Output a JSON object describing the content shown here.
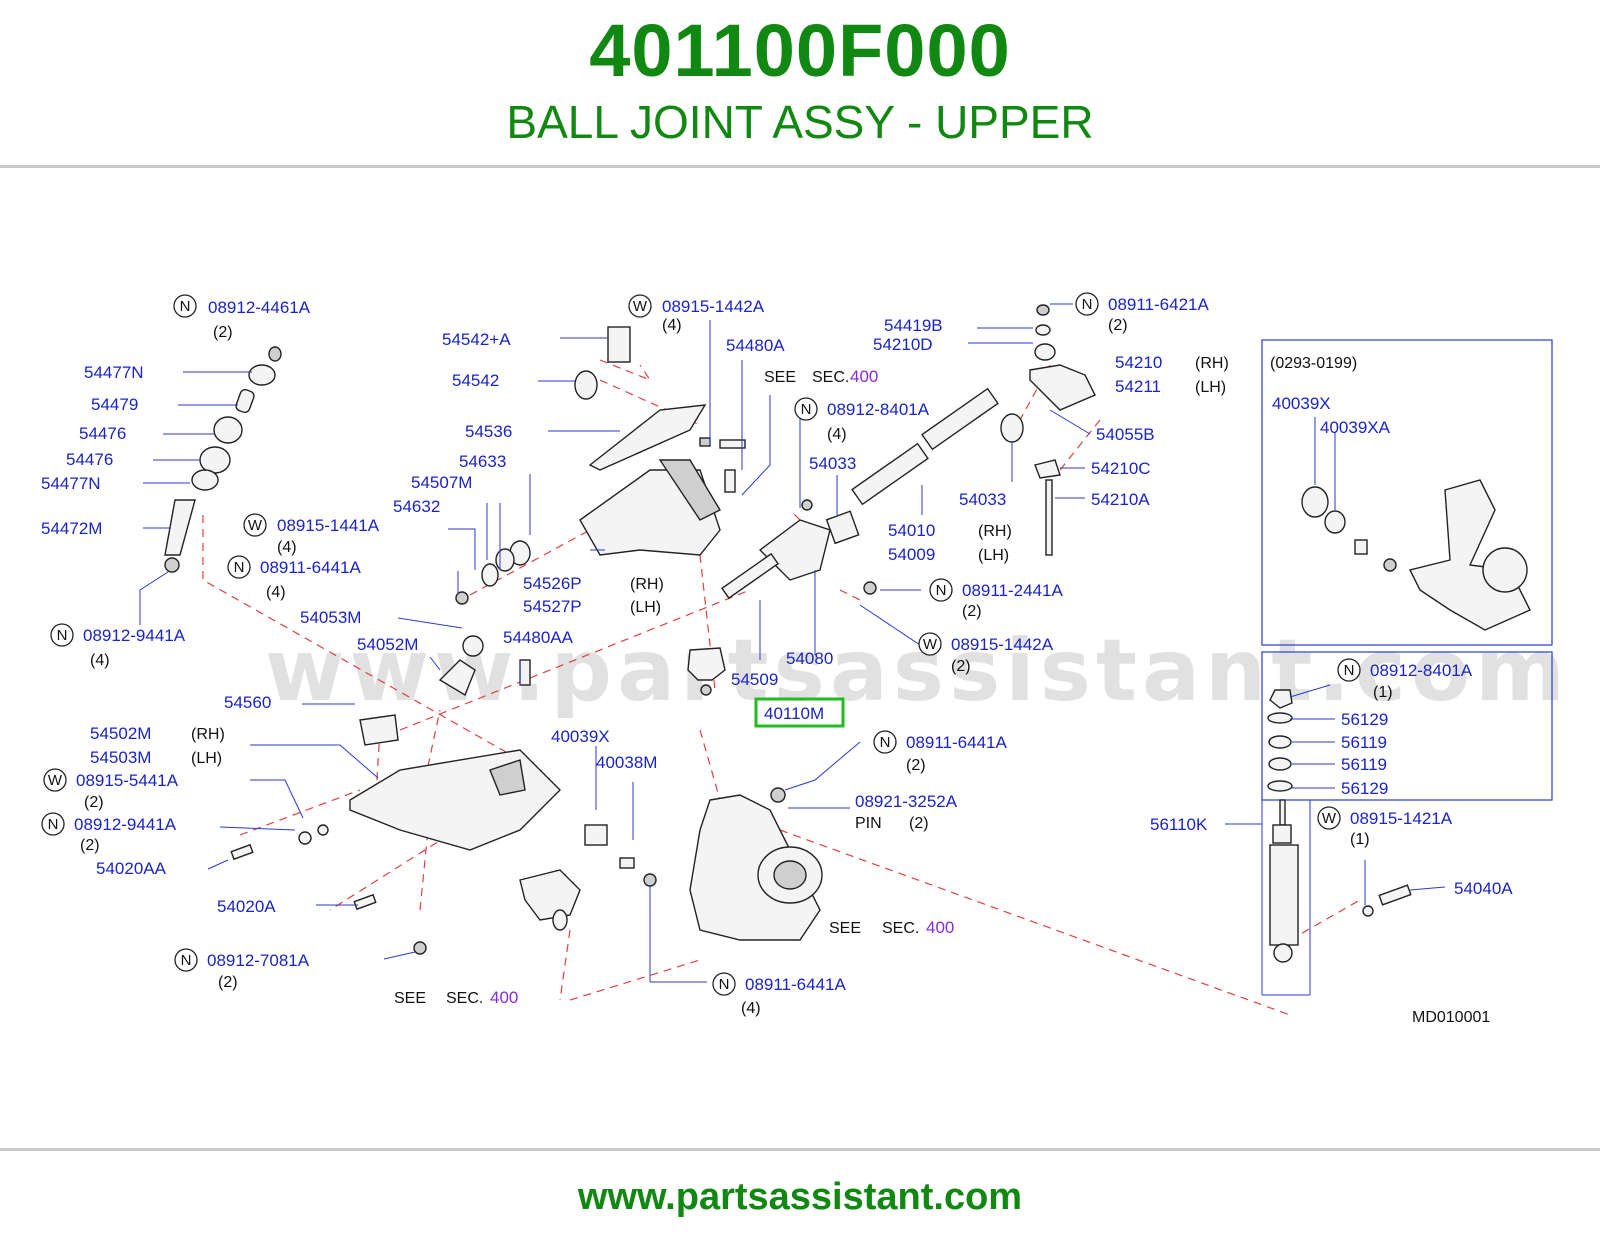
{
  "header": {
    "part_number": "401100F000",
    "part_name": "BALL JOINT ASSY - UPPER"
  },
  "footer": {
    "url": "www.partsassistant.com"
  },
  "diagram": {
    "watermark": "www.partsassistant.com",
    "code": "MD010001",
    "highlighted_part": "40110M",
    "see_label": "SEE",
    "sec_label": "SEC.",
    "sec_number": "400",
    "inset_label": "(0293-0199)",
    "labels": [
      {
        "id": "l1",
        "text": "08912-4461A",
        "qty": "(2)",
        "prefix": "N"
      },
      {
        "id": "l2",
        "text": "54477N"
      },
      {
        "id": "l3",
        "text": "54479"
      },
      {
        "id": "l4",
        "text": "54476"
      },
      {
        "id": "l5",
        "text": "54476"
      },
      {
        "id": "l6",
        "text": "54477N"
      },
      {
        "id": "l7",
        "text": "54472M"
      },
      {
        "id": "l8",
        "text": "54542+A"
      },
      {
        "id": "l9",
        "text": "54542"
      },
      {
        "id": "l10",
        "text": "08915-1442A",
        "qty": "(4)",
        "prefix": "W"
      },
      {
        "id": "l11",
        "text": "54480A"
      },
      {
        "id": "l12",
        "text": "54536"
      },
      {
        "id": "l13",
        "text": "54633"
      },
      {
        "id": "l14",
        "text": "54507M"
      },
      {
        "id": "l15",
        "text": "54632"
      },
      {
        "id": "l16",
        "text": "08915-1441A",
        "qty": "(4)",
        "prefix": "W"
      },
      {
        "id": "l17",
        "text": "08911-6441A",
        "qty": "(4)",
        "prefix": "N"
      },
      {
        "id": "l18",
        "text": "54526P",
        "side": "(RH)"
      },
      {
        "id": "l19",
        "text": "54527P",
        "side": "(LH)"
      },
      {
        "id": "l20",
        "text": "08912-9441A",
        "qty": "(4)",
        "prefix": "N"
      },
      {
        "id": "l21",
        "text": "54053M"
      },
      {
        "id": "l22",
        "text": "54052M"
      },
      {
        "id": "l23",
        "text": "54480AA"
      },
      {
        "id": "l24",
        "text": "54560"
      },
      {
        "id": "l25",
        "text": "54502M",
        "side": "(RH)"
      },
      {
        "id": "l26",
        "text": "54503M",
        "side": "(LH)"
      },
      {
        "id": "l27",
        "text": "08915-5441A",
        "qty": "(2)",
        "prefix": "W"
      },
      {
        "id": "l28",
        "text": "08912-9441A",
        "qty": "(2)",
        "prefix": "N"
      },
      {
        "id": "l29",
        "text": "54020AA"
      },
      {
        "id": "l30",
        "text": "54020A"
      },
      {
        "id": "l31",
        "text": "08912-7081A",
        "qty": "(2)",
        "prefix": "N"
      },
      {
        "id": "l32",
        "text": "40039X"
      },
      {
        "id": "l33",
        "text": "40038M"
      },
      {
        "id": "l34",
        "text": "54509"
      },
      {
        "id": "l35",
        "text": "54080"
      },
      {
        "id": "l36",
        "text": "08911-6441A",
        "qty": "(2)",
        "prefix": "N"
      },
      {
        "id": "l37",
        "text": "08921-3252A"
      },
      {
        "id": "l38",
        "text": "08911-6441A",
        "qty": "(4)",
        "prefix": "N"
      },
      {
        "id": "l39",
        "text": "08912-8401A",
        "qty": "(4)",
        "prefix": "N"
      },
      {
        "id": "l40",
        "text": "54033"
      },
      {
        "id": "l41",
        "text": "08911-6421A",
        "qty": "(2)",
        "prefix": "N"
      },
      {
        "id": "l42",
        "text": "54419B"
      },
      {
        "id": "l43",
        "text": "54210D"
      },
      {
        "id": "l44",
        "text": "54210",
        "side": "(RH)"
      },
      {
        "id": "l45",
        "text": "54211",
        "side": "(LH)"
      },
      {
        "id": "l46",
        "text": "54055B"
      },
      {
        "id": "l47",
        "text": "54210C"
      },
      {
        "id": "l48",
        "text": "54210A"
      },
      {
        "id": "l49",
        "text": "54033"
      },
      {
        "id": "l50",
        "text": "54010",
        "side": "(RH)"
      },
      {
        "id": "l51",
        "text": "54009",
        "side": "(LH)"
      },
      {
        "id": "l52",
        "text": "08911-2441A",
        "qty": "(2)",
        "prefix": "N"
      },
      {
        "id": "l53",
        "text": "08915-1442A",
        "qty": "(2)",
        "prefix": "W"
      },
      {
        "id": "l54",
        "text": "40039X"
      },
      {
        "id": "l55",
        "text": "40039XA"
      },
      {
        "id": "l56",
        "text": "08912-8401A",
        "qty": "(1)",
        "prefix": "N"
      },
      {
        "id": "l57",
        "text": "56129"
      },
      {
        "id": "l58",
        "text": "56119"
      },
      {
        "id": "l59",
        "text": "56119"
      },
      {
        "id": "l60",
        "text": "56129"
      },
      {
        "id": "l61",
        "text": "56110K"
      },
      {
        "id": "l62",
        "text": "08915-1421A",
        "qty": "(1)",
        "prefix": "W"
      },
      {
        "id": "l63",
        "text": "54040A"
      }
    ],
    "pin_label": "PIN",
    "pin_qty": "(2)"
  }
}
